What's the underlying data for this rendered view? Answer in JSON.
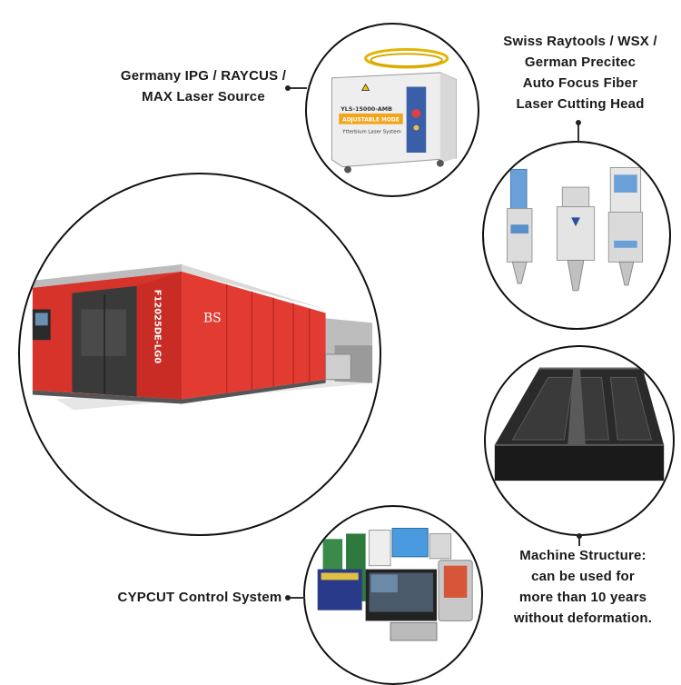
{
  "callouts": {
    "laser_source": [
      "Germany IPG / RAYCUS /",
      "MAX Laser Source"
    ],
    "cutting_head": [
      "Swiss Raytools / WSX /",
      "German Precitec",
      "Auto Focus Fiber",
      "Laser Cutting Head"
    ],
    "structure": [
      "Machine Structure:",
      "can be used for",
      "more than 10 years",
      "without deformation."
    ],
    "control": [
      "CYPCUT Control System"
    ]
  },
  "machine": {
    "side_badge": "F12025DE-LG0",
    "brand_mark": "BS"
  },
  "laser_unit": {
    "model": "YLS-15000-AMB",
    "mode": "ADJUSTABLE MODE",
    "system": "Ytterbium Laser System"
  },
  "colors": {
    "machine_red": "#e23b32",
    "machine_dark": "#3a3a3a",
    "laser_band": "#f2a51c",
    "head_blue": "#6a9fd8"
  }
}
